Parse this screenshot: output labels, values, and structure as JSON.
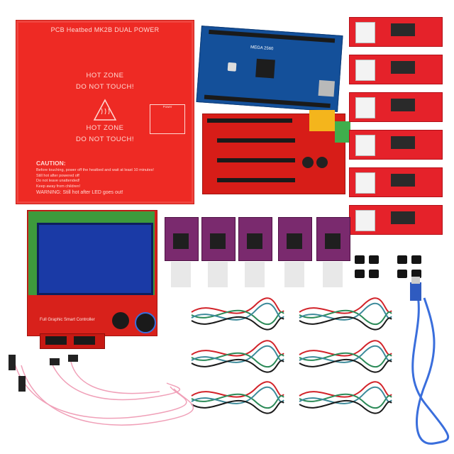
{
  "heatbed": {
    "title": "PCB Heatbed MK2B DUAL POWER",
    "hot_zone_1": "HOT ZONE",
    "do_not_touch_1": "DO NOT TOUCH!",
    "hot_zone_2": "HOT ZONE",
    "do_not_touch_2": "DO NOT TOUCH!",
    "caution_title": "CAUTION:",
    "caution_1": "Before touching, power off the heatbed and wait at least 10 minutes!",
    "caution_2": "Still hot after powered off",
    "caution_3": "Do not leave unattended!",
    "caution_4": "Keep away from children!",
    "warning": "WARNING: Still hot after LED goes out!",
    "power_table_label": "Power"
  },
  "mega": {
    "label": "MEGA 2560"
  },
  "lcd": {
    "brand": "Full Graphic Smart Controller"
  },
  "colors": {
    "pcb_red": "#e5222a",
    "heatbed_red": "#ee2a24",
    "mega_blue": "#14509a",
    "driver_purple": "#7a2a6e",
    "lcd_blue": "#1a3aa6",
    "cable_red": "#d2232a",
    "cable_green": "#2b8a57",
    "cable_teal": "#3c8a9a",
    "cable_pink": "#f0a0b8",
    "usb_blue": "#3a6edc"
  }
}
